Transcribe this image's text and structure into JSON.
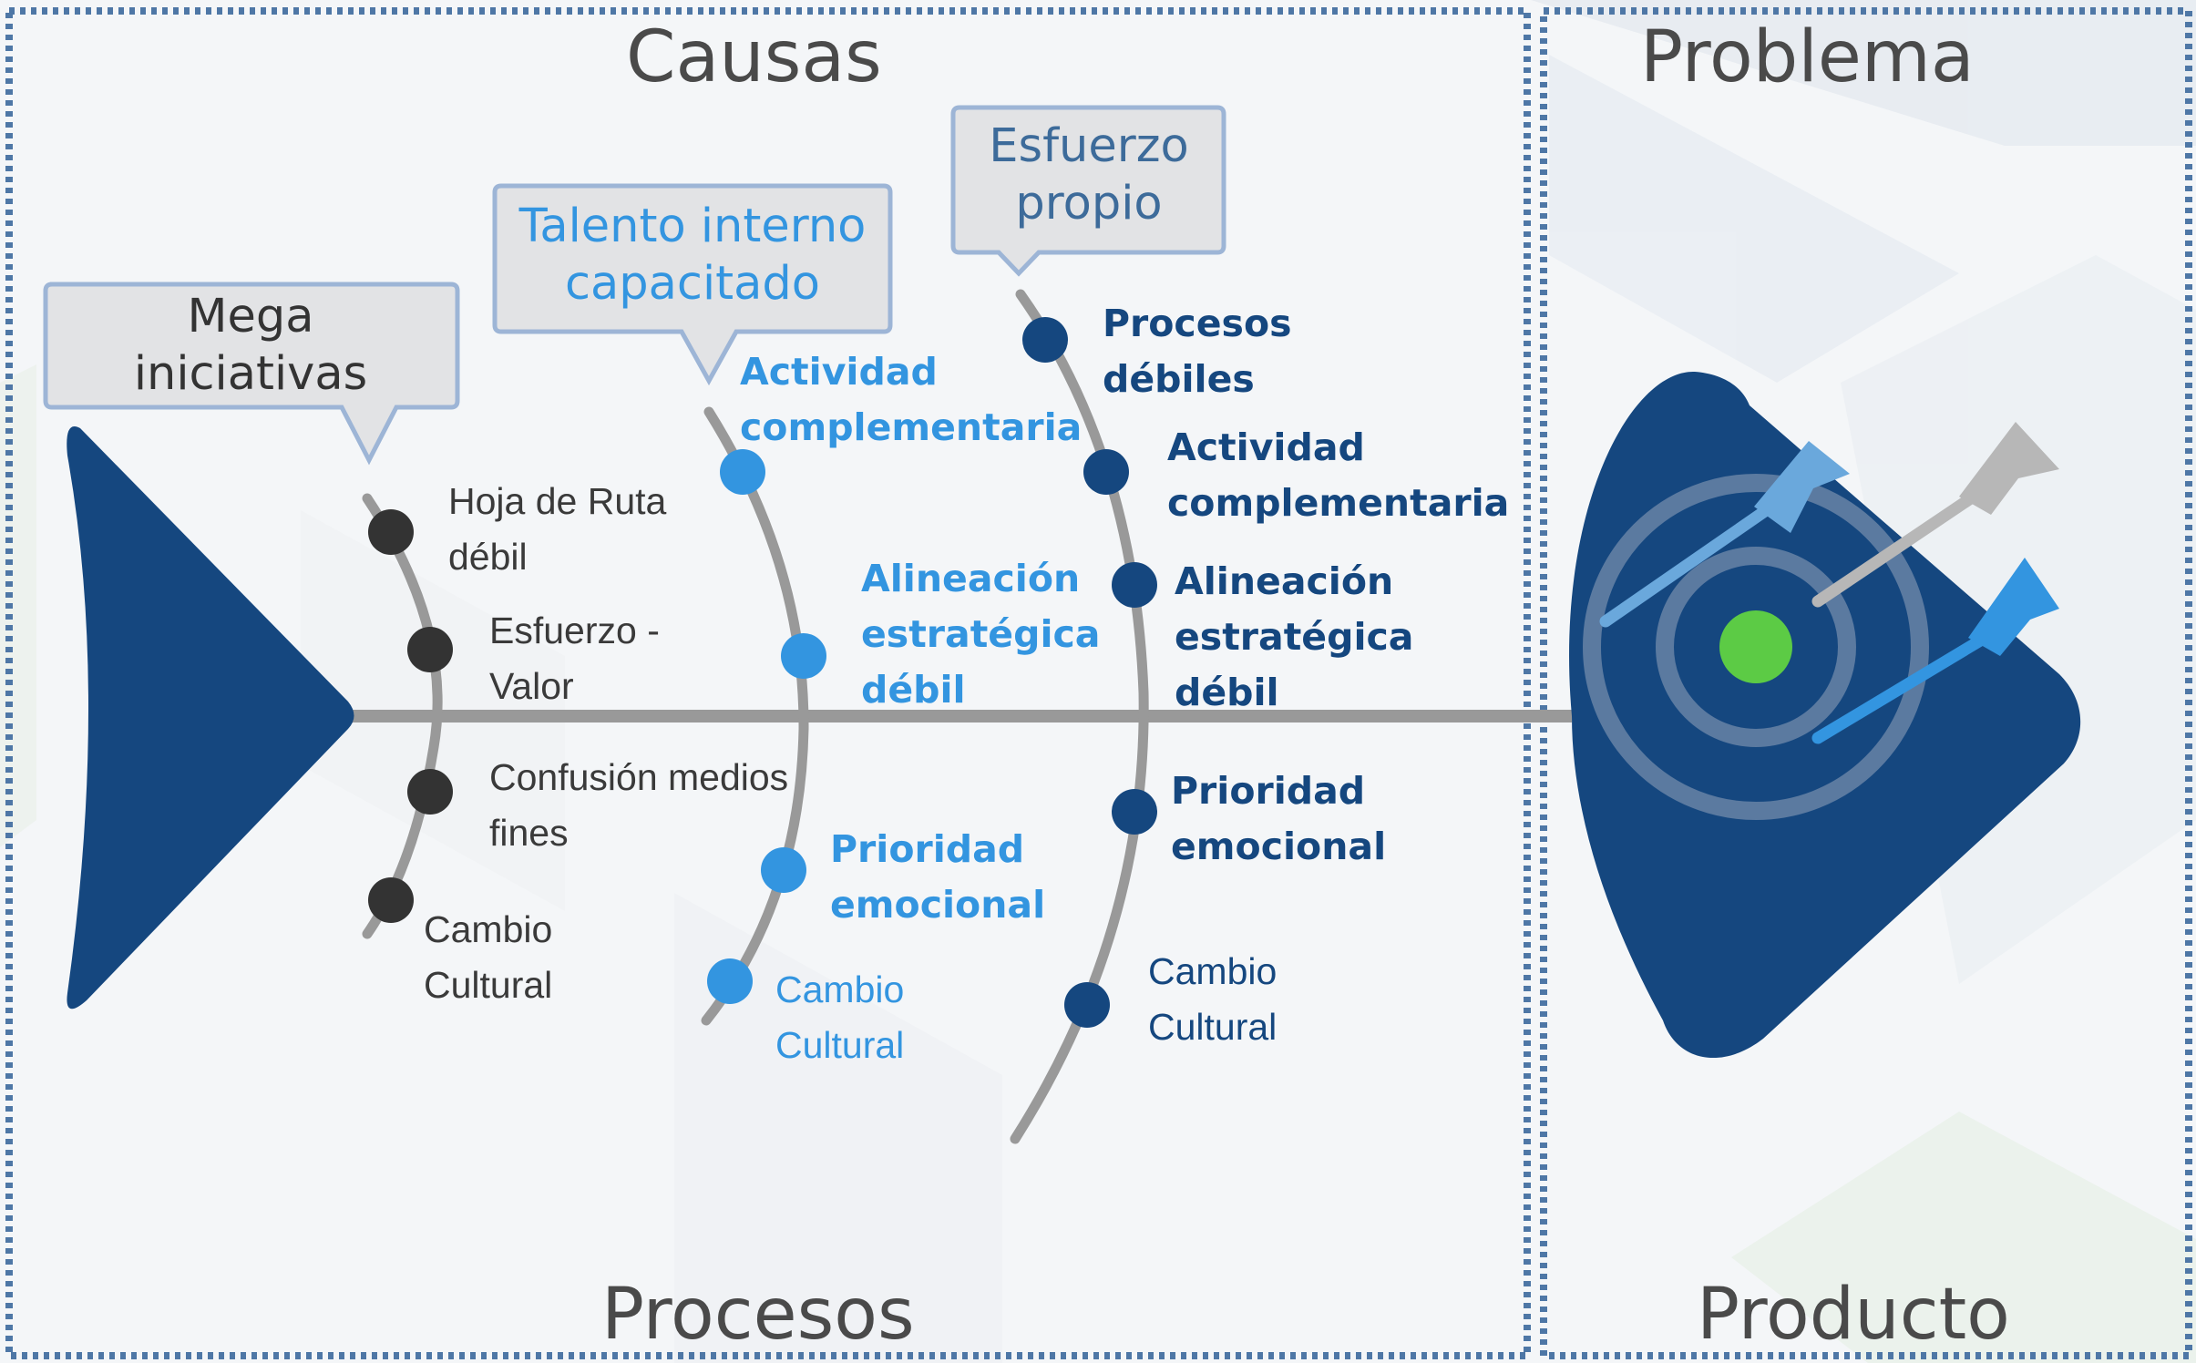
{
  "sections": {
    "causes_title": "Causas",
    "problem_title": "Problema",
    "process_title": "Procesos",
    "product_title": "Producto"
  },
  "callouts": {
    "mega": "Mega iniciativas",
    "talento": "Talento interno capacitado",
    "esfuerzo": "Esfuerzo propio"
  },
  "bones": {
    "mega": [
      "Hoja de Ruta débil",
      "Esfuerzo - Valor",
      "Confusión medios fines",
      "Cambio Cultural"
    ],
    "talento": [
      "Actividad complementaria",
      "Alineación estratégica débil",
      "Prioridad emocional",
      "Cambio Cultural"
    ],
    "esfuerzo": [
      "Procesos débiles",
      "Actividad complementaria",
      "Alineación estratégica débil",
      "Prioridad emocional",
      "Cambio Cultural"
    ]
  },
  "colors": {
    "navy": "#15477f",
    "light_blue": "#3395e0",
    "dark_gray": "#333333",
    "spine_gray": "#999999",
    "target_center": "#5ccb45",
    "border": "#4e77a6"
  },
  "icons": {
    "target": "bullseye-target-icon",
    "darts": "dart-icon"
  }
}
